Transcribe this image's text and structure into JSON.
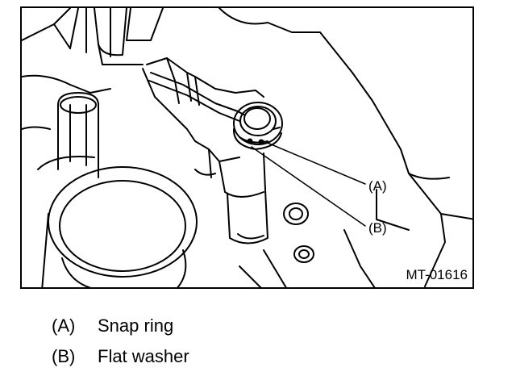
{
  "figure": {
    "code": "MT-01616",
    "callouts": [
      {
        "key": "(A)"
      },
      {
        "key": "(B)"
      }
    ]
  },
  "legend": [
    {
      "key": "(A)",
      "label": "Snap ring"
    },
    {
      "key": "(B)",
      "label": "Flat washer"
    }
  ]
}
